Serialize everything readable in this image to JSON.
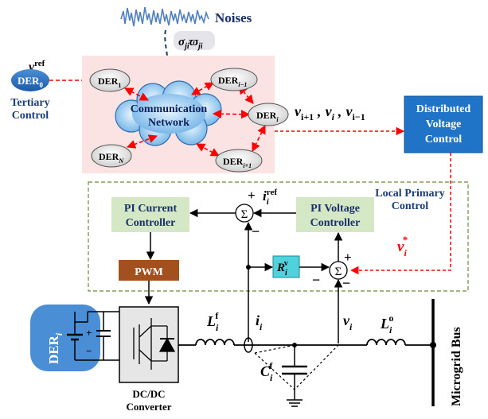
{
  "noise": {
    "label": "Noises",
    "coupling_sym": "σ",
    "coupling_sub1": "ji",
    "coupling_sym2": "ϖ",
    "coupling_sub2": "ji"
  },
  "tertiary": {
    "der0_base": "DER",
    "der0_sub": "0",
    "vref_base": "v",
    "vref_sup": "ref",
    "label_line1": "Tertiary",
    "label_line2": "Control"
  },
  "network": {
    "cloud_line1": "Communication",
    "cloud_line2": "Network",
    "nodes": [
      {
        "base": "DER",
        "sub": "1"
      },
      {
        "base": "DER",
        "sub": "i−1"
      },
      {
        "base": "DER",
        "sub": "i"
      },
      {
        "base": "DER",
        "sub": "N"
      },
      {
        "base": "DER",
        "sub": "i+1"
      }
    ],
    "colors": {
      "panel": "#fbe3e3",
      "node_fill": "#eeeeee",
      "arrow": "#ff0000"
    }
  },
  "voltages": {
    "v1": "v",
    "s1": "i+1",
    "v2": "v",
    "s2": "i",
    "v3": "v",
    "s3": "i−1",
    "sep": ","
  },
  "dvc": {
    "line1": "Distributed",
    "line2": "Voltage",
    "line3": "Control",
    "color": "#1f74c8"
  },
  "lpc": {
    "line1": "Local Primary",
    "line2": "Control"
  },
  "controllers": {
    "pi_current_1": "PI Current",
    "pi_current_2": "Controller",
    "pi_voltage_1": "PI Voltage",
    "pi_voltage_2": "Controller",
    "pwm": "PWM",
    "colors": {
      "block_fill": "#d4e8c5",
      "pwm_fill": "#a44f1e"
    }
  },
  "summers": {
    "glyph": "Σ",
    "plus": "+",
    "minus": "−"
  },
  "signals": {
    "iref_base": "i",
    "iref_sub": "i",
    "iref_sup": "ref",
    "rv_base": "R",
    "rv_sub": "i",
    "rv_sup": "v",
    "vstar_base": "v",
    "vstar_sub": "i",
    "vstar_sup": "*",
    "ii_base": "i",
    "ii_sub": "i",
    "vi_base": "v",
    "vi_sub": "i"
  },
  "power": {
    "deri_base": "DER",
    "deri_sub": "i",
    "lf_base": "L",
    "lf_sub": "i",
    "lf_sup": "f",
    "lo_base": "L",
    "lo_sub": "i",
    "lo_sup": "o",
    "cf_base": "C",
    "cf_sub": "i",
    "cf_sup": "f",
    "converter_line1": "DC/DC",
    "converter_line2": "Converter",
    "bus_label": "Microgrid Bus",
    "plus": "+",
    "minus": "−"
  }
}
